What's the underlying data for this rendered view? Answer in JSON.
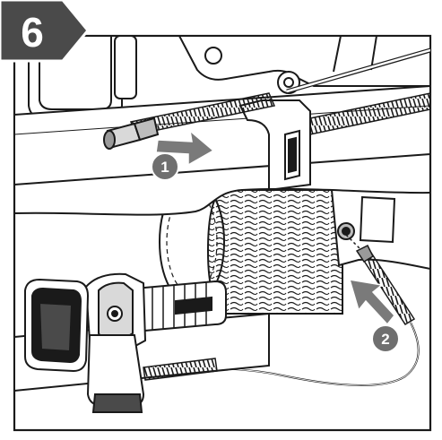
{
  "step": {
    "number": "6"
  },
  "callouts": [
    {
      "label": "1"
    },
    {
      "label": "2"
    }
  ],
  "colors": {
    "badge": "#4a4a4a",
    "callout": "#6f6f6f",
    "arrow": "#7a7a7a",
    "line": "#1a1a1a",
    "fill": "#ffffff"
  }
}
